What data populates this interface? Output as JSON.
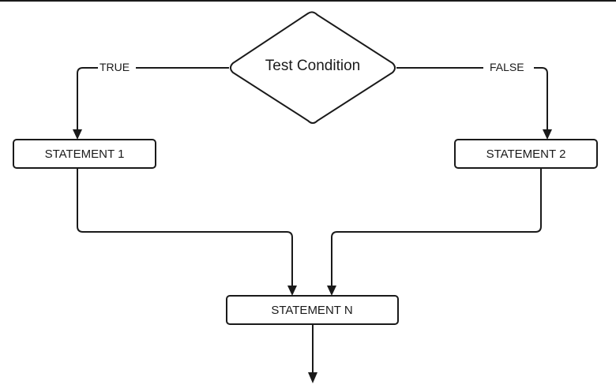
{
  "decision": {
    "label": "Test Condition"
  },
  "branches": {
    "true_label": "TRUE",
    "false_label": "FALSE"
  },
  "statements": {
    "statement_1": "STATEMENT 1",
    "statement_2": "STATEMENT 2",
    "statement_n": "STATEMENT N"
  }
}
